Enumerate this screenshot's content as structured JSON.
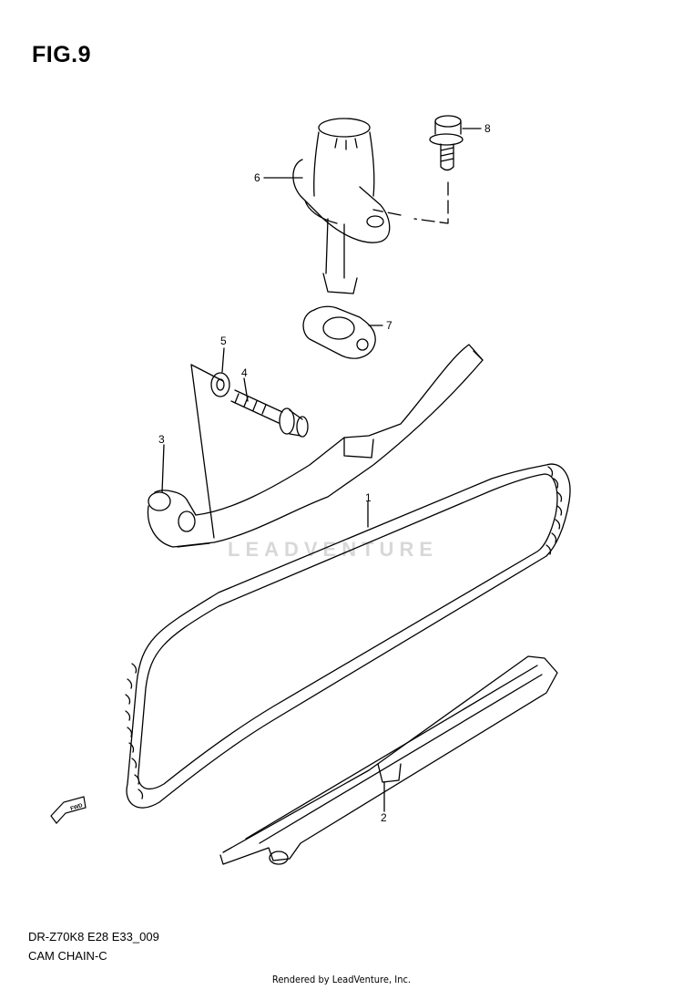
{
  "figure": {
    "title": "FIG.9"
  },
  "parts": [
    {
      "number": "1"
    },
    {
      "number": "2"
    },
    {
      "number": "3"
    },
    {
      "number": "4"
    },
    {
      "number": "5"
    },
    {
      "number": "6"
    },
    {
      "number": "7"
    },
    {
      "number": "8"
    }
  ],
  "direction_marker": {
    "label": "FWD",
    "icon": "forward-arrow-icon"
  },
  "watermark": {
    "text": "LEADVENTURE"
  },
  "footer": {
    "code": "DR-Z70K8 E28 E33_009",
    "name": "CAM CHAIN-C",
    "rendered_by": "Rendered by LeadVenture, Inc."
  }
}
